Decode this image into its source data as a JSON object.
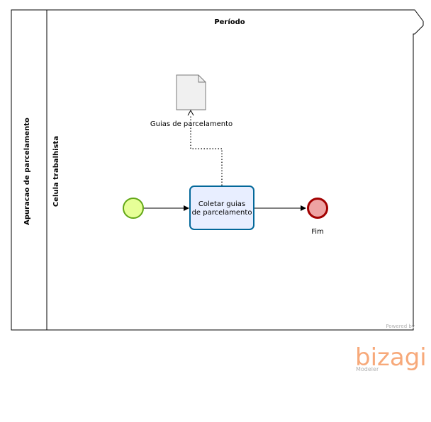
{
  "pool": {
    "label": "Apuracao de parcelamento"
  },
  "lane": {
    "label": "Celula trabalhista"
  },
  "milestone": {
    "label": "Período"
  },
  "task": {
    "label_line1": "Coletar guias",
    "label_line2": "de parcelamento"
  },
  "data_object": {
    "label": "Guias de parcelamento"
  },
  "end_event": {
    "label": "Fim"
  },
  "branding": {
    "powered_by": "Powered by",
    "brand": "bizagi",
    "product": "Modeler"
  },
  "colors": {
    "start_fill": "#e6ff97",
    "start_stroke": "#62a716",
    "end_fill": "#eea3a3",
    "end_stroke": "#a20000",
    "task_fill": "#e8eeff",
    "task_stroke": "#03689a",
    "doc_fill": "#f0f0f0",
    "brand_orange": "#f7a97a"
  }
}
